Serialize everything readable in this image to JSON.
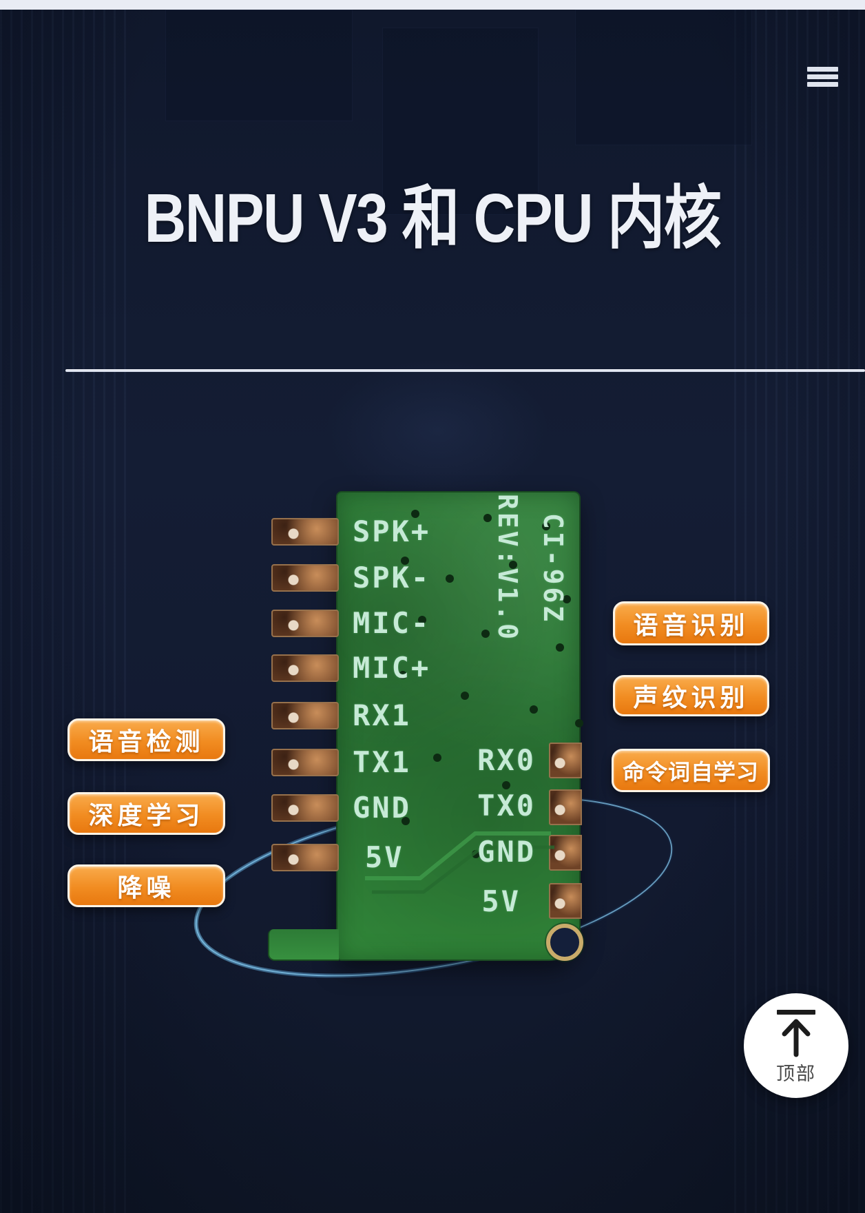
{
  "header": {
    "title": "BNPU V3 和 CPU 内核"
  },
  "menu": {
    "icon": "hamburger-menu-icon"
  },
  "pcb": {
    "left_pins": [
      "SPK+",
      "SPK-",
      "MIC-",
      "MIC+",
      "RX1",
      "TX1",
      "GND",
      "5V"
    ],
    "right_pins": [
      "RX0",
      "TX0",
      "GND",
      "5V"
    ],
    "model_label": "CI-96Z",
    "revision_label": "REV:V1.0"
  },
  "badges": {
    "left": [
      "语音检测",
      "深度学习",
      "降噪"
    ],
    "right": [
      "语音识别",
      "声纹识别",
      "命令词自学习"
    ]
  },
  "back_to_top": {
    "label": "顶部",
    "icon": "arrow-to-top-icon"
  },
  "colors": {
    "background_navy": "#141c32",
    "accent_orange": "#f18c21",
    "board_green": "#2e7b37",
    "silkscreen_mint": "#c6ead6",
    "divider_light": "#e6e9f1"
  }
}
